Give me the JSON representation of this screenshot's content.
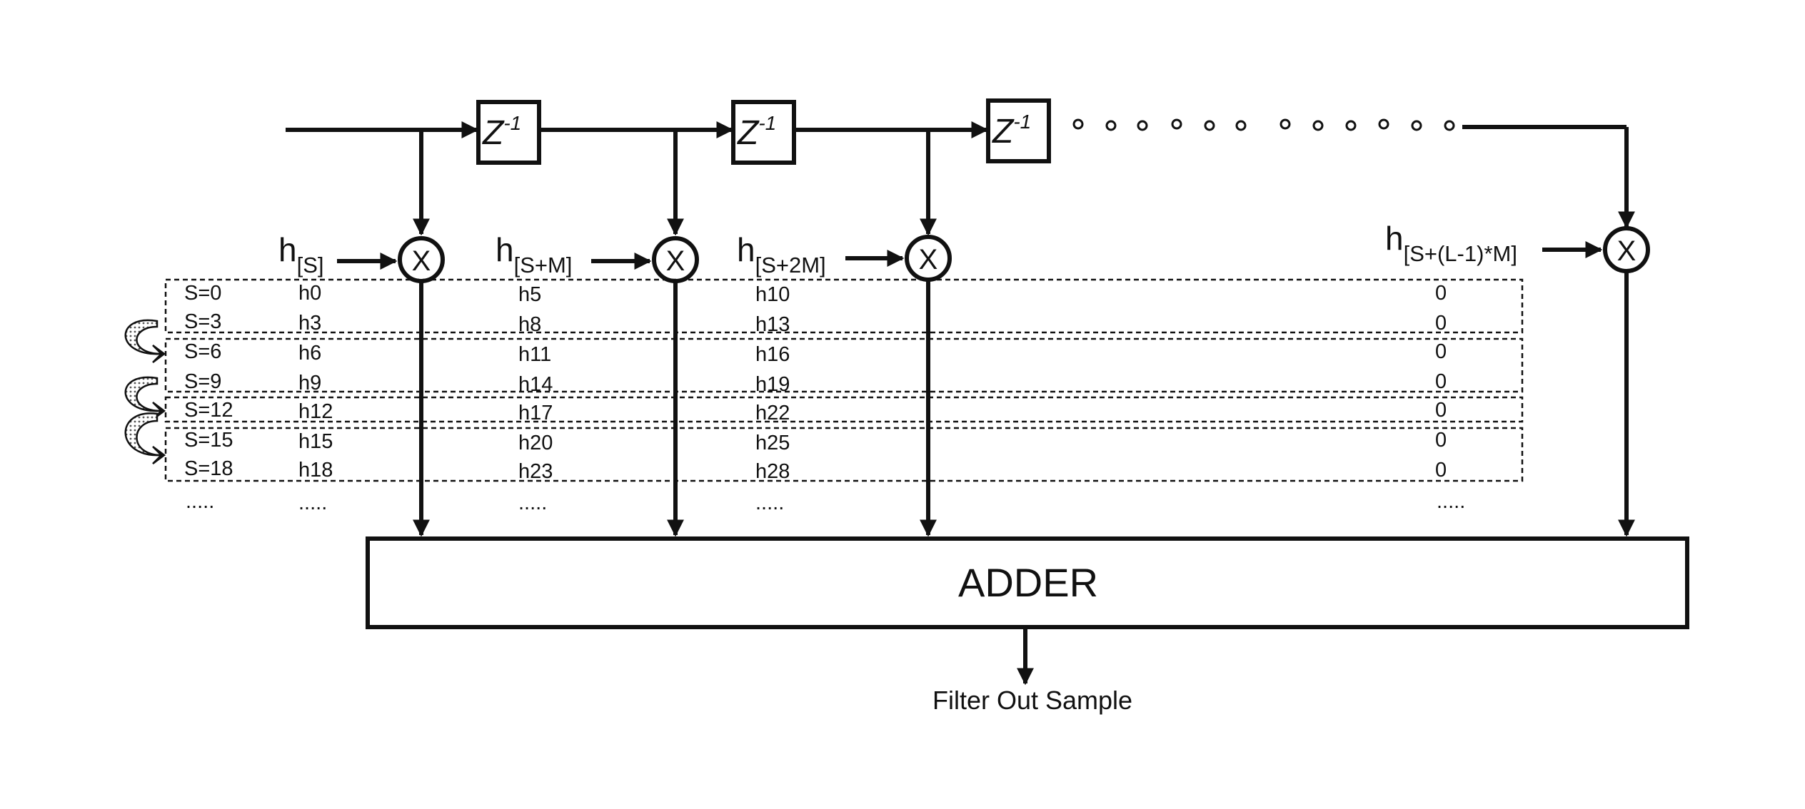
{
  "delay_blocks": [
    {
      "label": "Z",
      "exponent": "-1"
    },
    {
      "label": "Z",
      "exponent": "-1"
    },
    {
      "label": "Z",
      "exponent": "-1"
    }
  ],
  "multiplier_symbol": "X",
  "coefficients": [
    {
      "base": "h",
      "subscript": "[S]"
    },
    {
      "base": "h",
      "subscript": "[S+M]"
    },
    {
      "base": "h",
      "subscript": "[S+2M]"
    },
    {
      "base": "h",
      "subscript": "[S+(L-1)*M]"
    }
  ],
  "table": {
    "rows": [
      {
        "s": "S=0",
        "c0": "h0",
        "c1": "h5",
        "c2": "h10",
        "c3": "0"
      },
      {
        "s": "S=3",
        "c0": "h3",
        "c1": "h8",
        "c2": "h13",
        "c3": "0"
      },
      {
        "s": "S=6",
        "c0": "h6",
        "c1": "h11",
        "c2": "h16",
        "c3": "0"
      },
      {
        "s": "S=9",
        "c0": "h9",
        "c1": "h14",
        "c2": "h19",
        "c3": "0"
      },
      {
        "s": "S=12",
        "c0": "h12",
        "c1": "h17",
        "c2": "h22",
        "c3": "0"
      },
      {
        "s": "S=15",
        "c0": "h15",
        "c1": "h20",
        "c2": "h25",
        "c3": "0"
      },
      {
        "s": "S=18",
        "c0": "h18",
        "c1": "h23",
        "c2": "h28",
        "c3": "0"
      }
    ],
    "ellipsis": "....."
  },
  "adder_label": "ADDER",
  "output_label": "Filter Out Sample"
}
